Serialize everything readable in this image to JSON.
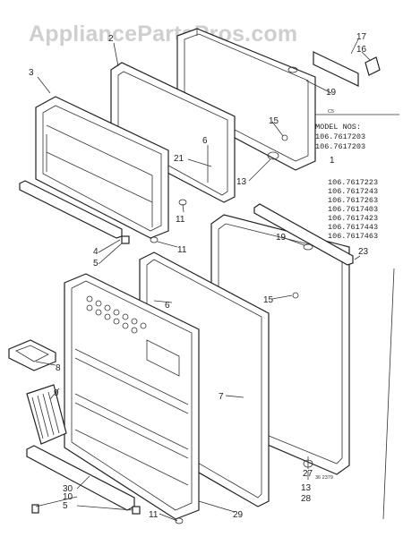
{
  "watermark": "AppliancePartsPros.com",
  "callouts": {
    "c1": "1",
    "c2": "2",
    "c3": "3",
    "c4": "4",
    "c5a": "5",
    "c5b": "5",
    "c6a": "6",
    "c6b": "6",
    "c7": "7",
    "c8": "8",
    "c9": "9",
    "c10": "10",
    "c11a": "11",
    "c11b": "11",
    "c11c": "11",
    "c13a": "13",
    "c13b": "13",
    "c15a": "15",
    "c15b": "15",
    "c16": "16",
    "c17": "17",
    "c19a": "19",
    "c19b": "19",
    "c21": "21",
    "c23": "23",
    "c27": "27",
    "c28": "28",
    "c29": "29",
    "c30": "30",
    "c5_code": "C5"
  },
  "model_block": {
    "heading_1": "MODEL NOS:",
    "top_models": [
      "106.7617203",
      "106.7617203"
    ],
    "models": [
      "106.7617223",
      "106.7617243",
      "106.7617263",
      "106.7617403",
      "106.7617423",
      "106.7617443",
      "106.7617463"
    ]
  },
  "drawing_code": "36 2379"
}
